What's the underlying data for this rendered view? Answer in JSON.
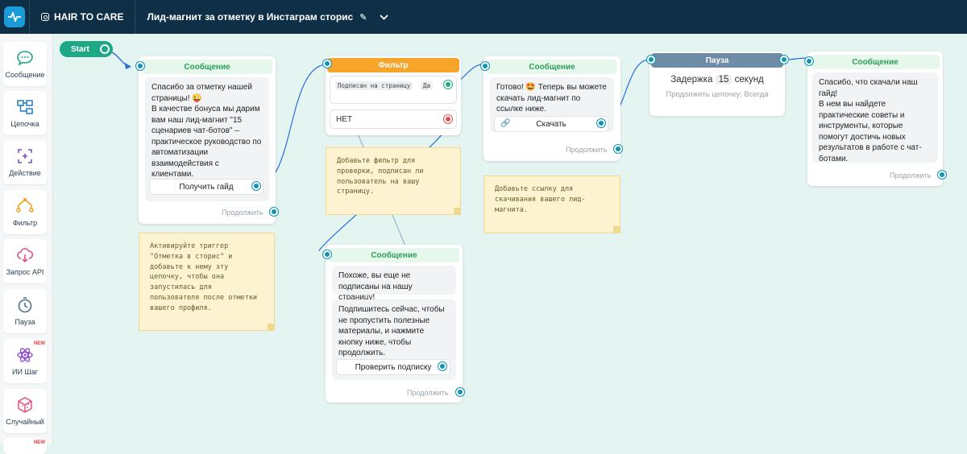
{
  "topbar": {
    "bot_name": "HAIR TO CARE",
    "flow_title": "Лид-магнит за отметку в Инстаграм сторис",
    "edit_icon": "pencil-icon",
    "dropdown_icon": "chevron-down-icon"
  },
  "sidebar": {
    "items": [
      {
        "label": "Сообщение",
        "icon": "chat-bubble-icon",
        "badge": ""
      },
      {
        "label": "Цепочка",
        "icon": "chain-icon",
        "badge": ""
      },
      {
        "label": "Действие",
        "icon": "action-icon",
        "badge": ""
      },
      {
        "label": "Фильтр",
        "icon": "filter-icon",
        "badge": ""
      },
      {
        "label": "Запрос API",
        "icon": "cloud-api-icon",
        "badge": ""
      },
      {
        "label": "Пауза",
        "icon": "stopwatch-icon",
        "badge": ""
      },
      {
        "label": "ИИ Шаг",
        "icon": "atom-icon",
        "badge": "NEW"
      },
      {
        "label": "Случайный",
        "icon": "cube-icon",
        "badge": ""
      },
      {
        "label": "",
        "icon": "more-icon",
        "badge": "NEW"
      }
    ]
  },
  "canvas": {
    "start_label": "Start",
    "msg1": {
      "header": "Сообщение",
      "text": "Спасибо за отметку нашей страницы! 😜\nВ качестве бонуса мы дарим вам наш лид-магнит \"15 сценариев чат-ботов\" – практическое руководство по автоматизации взаимодействия с клиентами.",
      "button": "Получить гайд",
      "continue": "Продолжить"
    },
    "note1": "Активируйте триггер \"Отметка в сторис\" и добавьте к нему эту цепочку, чтобы она запустилась для пользователя после отметки вашего профиля.",
    "filter": {
      "header": "Фильтр",
      "condition": "Подписан на страницу",
      "condition_value": "Да",
      "else_label": "НЕТ"
    },
    "note2": "Добавьте фильтр для проверки, подписан ли пользователь на вашу страницу.",
    "msg2": {
      "header": "Сообщение",
      "text": "Готово! 🤩 Теперь вы можете скачать лид-магнит по ссылке ниже.",
      "button": "Скачать",
      "button_icon": "link-icon",
      "continue": "Продолжить"
    },
    "note3": "Добавьте ссылку для скачивания вашего лид-магнита.",
    "pause": {
      "header": "Пауза",
      "delay_prefix": "Задержка",
      "delay_value": "15",
      "delay_unit": "секунд",
      "continue_mode": "Продолжить цепочку: Всегда"
    },
    "msg3": {
      "header": "Сообщение",
      "text": "Спасибо, что скачали наш гайд!\nВ нем вы найдете практические советы и инструменты, которые помогут достичь новых результатов в работе с чат-ботами.",
      "continue": "Продолжить"
    },
    "msg4": {
      "header": "Сообщение",
      "text1": "Похоже, вы еще не подписаны на нашу страницу!",
      "text2": "Подпишитесь сейчас, чтобы не пропустить полезные материалы, и нажмите кнопку ниже, чтобы продолжить.",
      "button": "Проверить подписку",
      "continue": "Продолжить"
    }
  },
  "colors": {
    "topbar_bg": "#0e2f45",
    "canvas_bg": "#e4f4f1",
    "message_header": "#2e9d5a",
    "filter_header": "#f7a42a",
    "pause_header": "#6f8ca6",
    "connector": "#1293b4",
    "start": "#1ea884"
  }
}
